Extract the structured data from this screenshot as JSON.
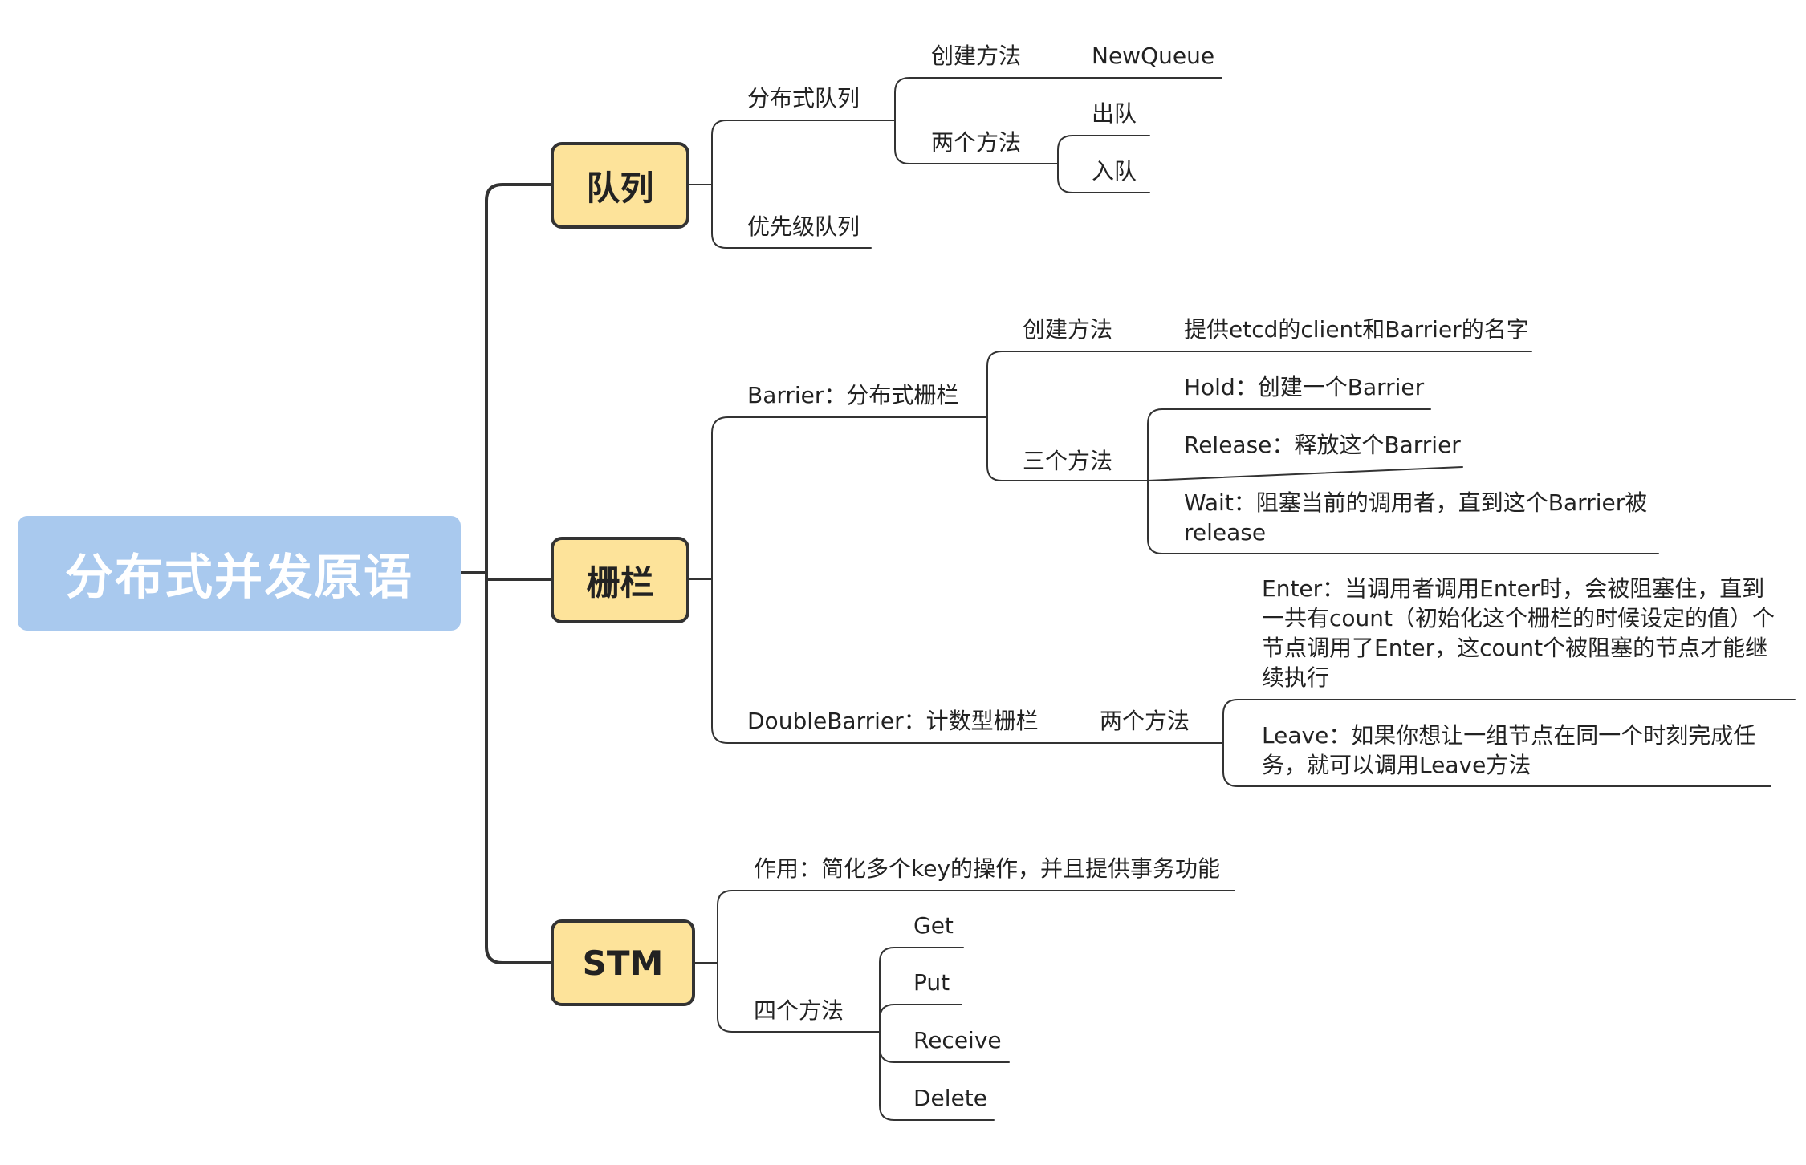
{
  "root": {
    "label": "分布式并发原语"
  },
  "queue": {
    "label": "队列",
    "distributed": {
      "label": "分布式队列",
      "create": {
        "label": "创建方法",
        "value": "NewQueue"
      },
      "methods": {
        "label": "两个方法",
        "items": [
          "出队",
          "入队"
        ]
      }
    },
    "priority": {
      "label": "优先级队列"
    }
  },
  "barrier": {
    "label": "栅栏",
    "basic": {
      "label": "Barrier：分布式栅栏",
      "create": {
        "label": "创建方法",
        "value": "提供etcd的client和Barrier的名字"
      },
      "methods": {
        "label": "三个方法",
        "items": [
          "Hold：创建一个Barrier",
          "Release：释放这个Barrier",
          "Wait：阻塞当前的调用者，直到这个Barrier被release"
        ]
      }
    },
    "double": {
      "label": "DoubleBarrier：计数型栅栏",
      "methods": {
        "label": "两个方法",
        "items": [
          "Enter：当调用者调用Enter时，会被阻塞住，直到一共有count（初始化这个栅栏的时候设定的值）个节点调用了Enter，这count个被阻塞的节点才能继续执行",
          "Leave：如果你想让一组节点在同一个时刻完成任务，就可以调用Leave方法"
        ]
      }
    }
  },
  "stm": {
    "label": "STM",
    "purpose": {
      "label": "作用：简化多个key的操作，并且提供事务功能"
    },
    "methods": {
      "label": "四个方法",
      "items": [
        "Get",
        "Put",
        "Receive",
        "Delete"
      ]
    }
  },
  "colors": {
    "root_fill": "#a9c9ee",
    "main_fill": "#fde39a",
    "line": "#333333"
  }
}
